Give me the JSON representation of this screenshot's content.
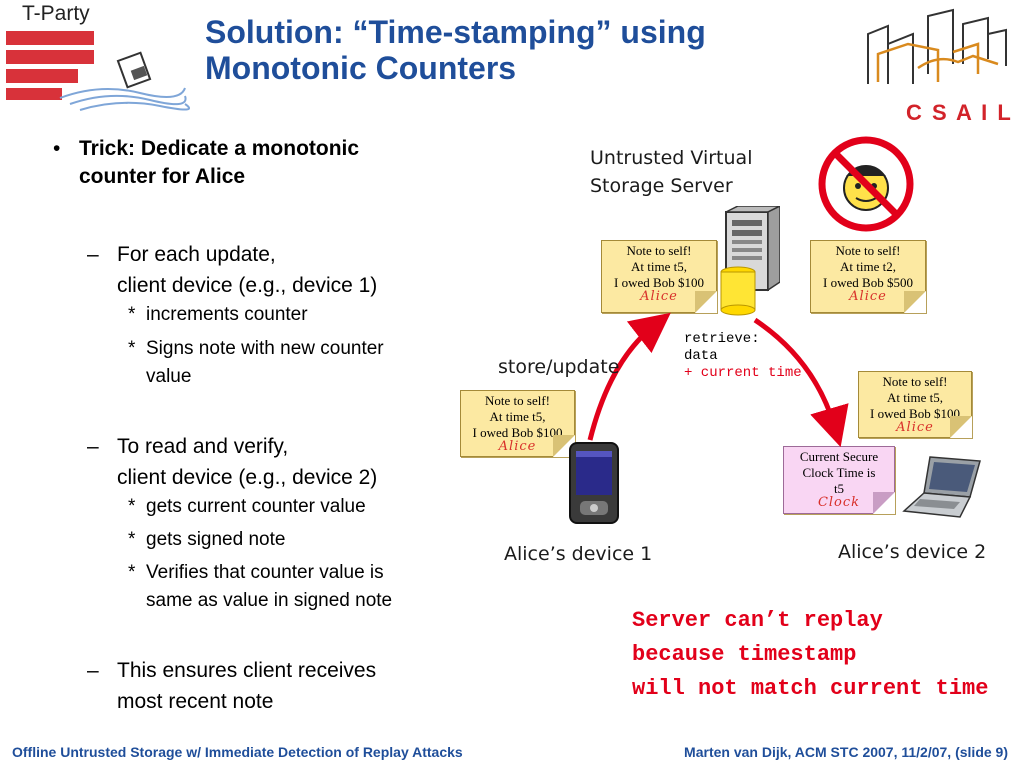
{
  "logo": {
    "tparty": "T-Party",
    "csail": "C S A I L"
  },
  "title": {
    "line1": "Solution: “Time-stamping” using",
    "line2": "Monotonic Counters"
  },
  "bullets": {
    "trick_line1": "Trick:  Dedicate a monotonic",
    "trick_line2": "counter for Alice",
    "update_line1": "For each update,",
    "update_line2": "client device (e.g., device 1)",
    "update_sub1": "increments counter",
    "update_sub2_line1": "Signs note with new counter",
    "update_sub2_line2": "value",
    "read_line1": "To read and verify,",
    "read_line2": "client device (e.g., device 2)",
    "read_sub1": "gets current counter value",
    "read_sub2": "gets signed note",
    "read_sub3_line1": "Verifies that counter value is",
    "read_sub3_line2": "same as value in signed note",
    "ensure_line1": "This ensures client receives",
    "ensure_line2": "most recent note",
    "dash": "–",
    "star": "*",
    "dot": "•"
  },
  "diagram": {
    "server_line1": "Untrusted Virtual",
    "server_line2": "Storage Server",
    "note_server_a": {
      "l1": "Note to self!",
      "l2": "At time t5,",
      "l3": "I owed Bob $100",
      "sig": "Alice"
    },
    "note_server_b": {
      "l1": "Note to self!",
      "l2": "At time t2,",
      "l3": "I owed Bob $500",
      "sig": "Alice"
    },
    "note_store": {
      "l1": "Note to self!",
      "l2": "At time t5,",
      "l3": "I owed Bob $100",
      "sig": "Alice"
    },
    "note_retrieved": {
      "l1": "Note to self!",
      "l2": "At time t5,",
      "l3": "I owed Bob $100",
      "sig": "Alice"
    },
    "clock_note": {
      "l1": "Current Secure",
      "l2": "Clock Time is",
      "l3": "t5",
      "sig": "Clock"
    },
    "store_update": "store/update",
    "retrieve_l1": "retrieve:",
    "retrieve_l2": "data",
    "retrieve_l3": "+ current time",
    "device1": "Alice’s device 1",
    "device2": "Alice’s device 2",
    "conclusion_l1": "Server can’t replay",
    "conclusion_l2": "because timestamp",
    "conclusion_l3": "will not match current time",
    "colors": {
      "title": "#1f4e9a",
      "arrow": "#e2001a",
      "note": "#fce9a2",
      "clock_note": "#f9d6f3"
    }
  },
  "footer": {
    "left": "Offline Untrusted Storage w/ Immediate Detection of Replay Attacks",
    "right": "Marten van Dijk, ACM STC 2007, 11/2/07, (slide 9)"
  }
}
